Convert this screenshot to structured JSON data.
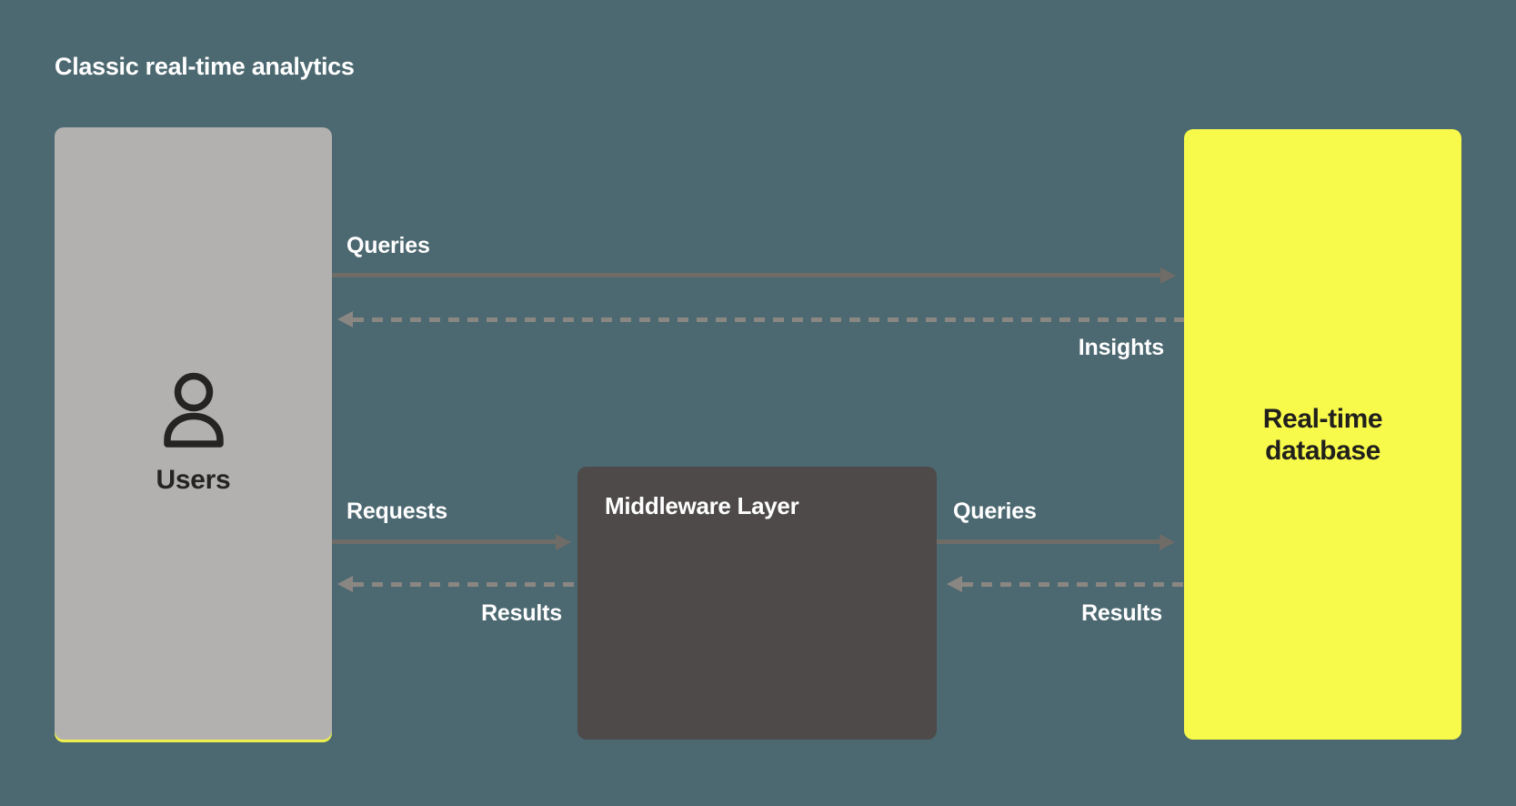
{
  "diagram": {
    "title": "Classic real-time analytics",
    "nodes": {
      "users": {
        "label": "Users",
        "icon": "person-icon"
      },
      "middleware": {
        "label": "Middleware Layer"
      },
      "database": {
        "label": "Real-time database"
      }
    },
    "edges": {
      "users_to_db": {
        "label": "Queries",
        "style": "solid",
        "direction": "right"
      },
      "db_to_users": {
        "label": "Insights",
        "style": "dashed",
        "direction": "left"
      },
      "users_to_middleware": {
        "label": "Requests",
        "style": "solid",
        "direction": "right"
      },
      "middleware_to_users": {
        "label": "Results",
        "style": "dashed",
        "direction": "left"
      },
      "middleware_to_db": {
        "label": "Queries",
        "style": "solid",
        "direction": "right"
      },
      "db_to_middleware": {
        "label": "Results",
        "style": "dashed",
        "direction": "left"
      }
    },
    "colors": {
      "background": "#4c6870",
      "users_box": "#b2b1af",
      "users_box_accent": "#edf04c",
      "middleware_box": "#4d4a49",
      "database_box": "#f8fa4b",
      "solid_arrow": "#6f6c68",
      "dashed_arrow": "#8a8783",
      "light_text": "#ffffff",
      "dark_text": "#262422"
    }
  }
}
